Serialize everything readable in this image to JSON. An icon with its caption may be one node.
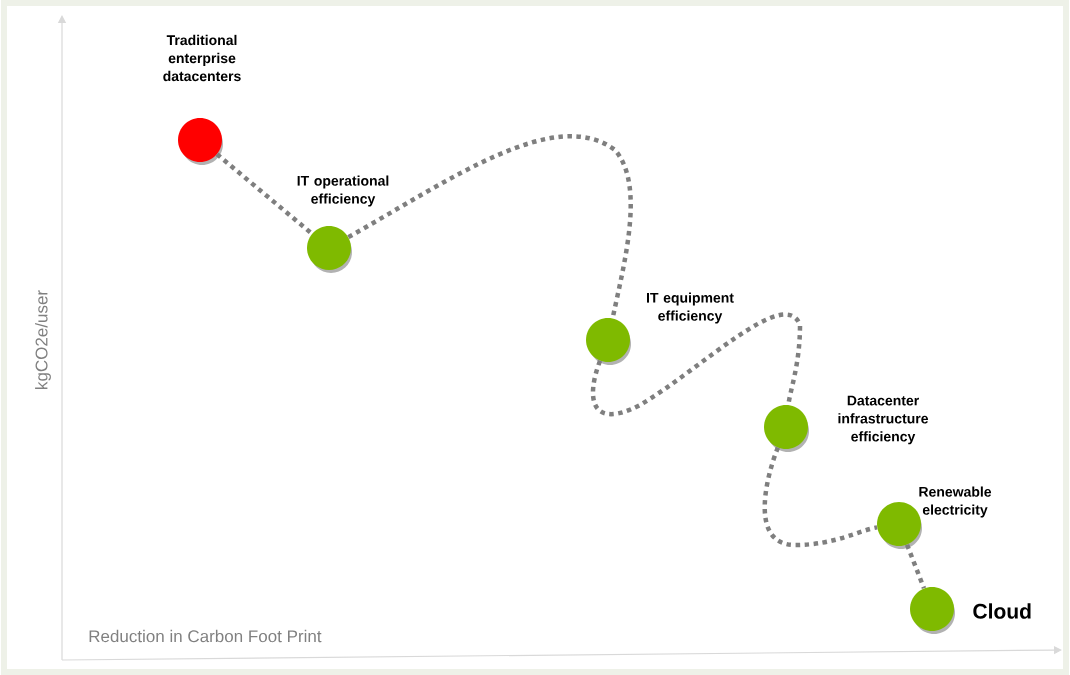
{
  "diagram": {
    "nodes": [
      {
        "text": [
          "Traditional enterprise datacenters"
        ]
      },
      {
        "text": [
          "IT operational efficiency"
        ]
      },
      {
        "text": [
          "IT equipment efficiency"
        ]
      },
      {
        "text": [
          "Datacenter infrastructure efficiency"
        ]
      },
      {
        "text": [
          "Renewable electricity"
        ]
      },
      {
        "text": [
          "Cloud"
        ]
      }
    ],
    "edges": [
      {
        "from": 0,
        "to": 1,
        "arrow": "none"
      },
      {
        "from": 1,
        "to": 2,
        "arrow": "none"
      },
      {
        "from": 2,
        "to": 3,
        "arrow": "none"
      },
      {
        "from": 3,
        "to": 4,
        "arrow": "none"
      },
      {
        "from": 4,
        "to": 5,
        "arrow": "none"
      }
    ],
    "labels": [
      "kgCO2e/user",
      "Reduction in Carbon Foot Print"
    ]
  }
}
